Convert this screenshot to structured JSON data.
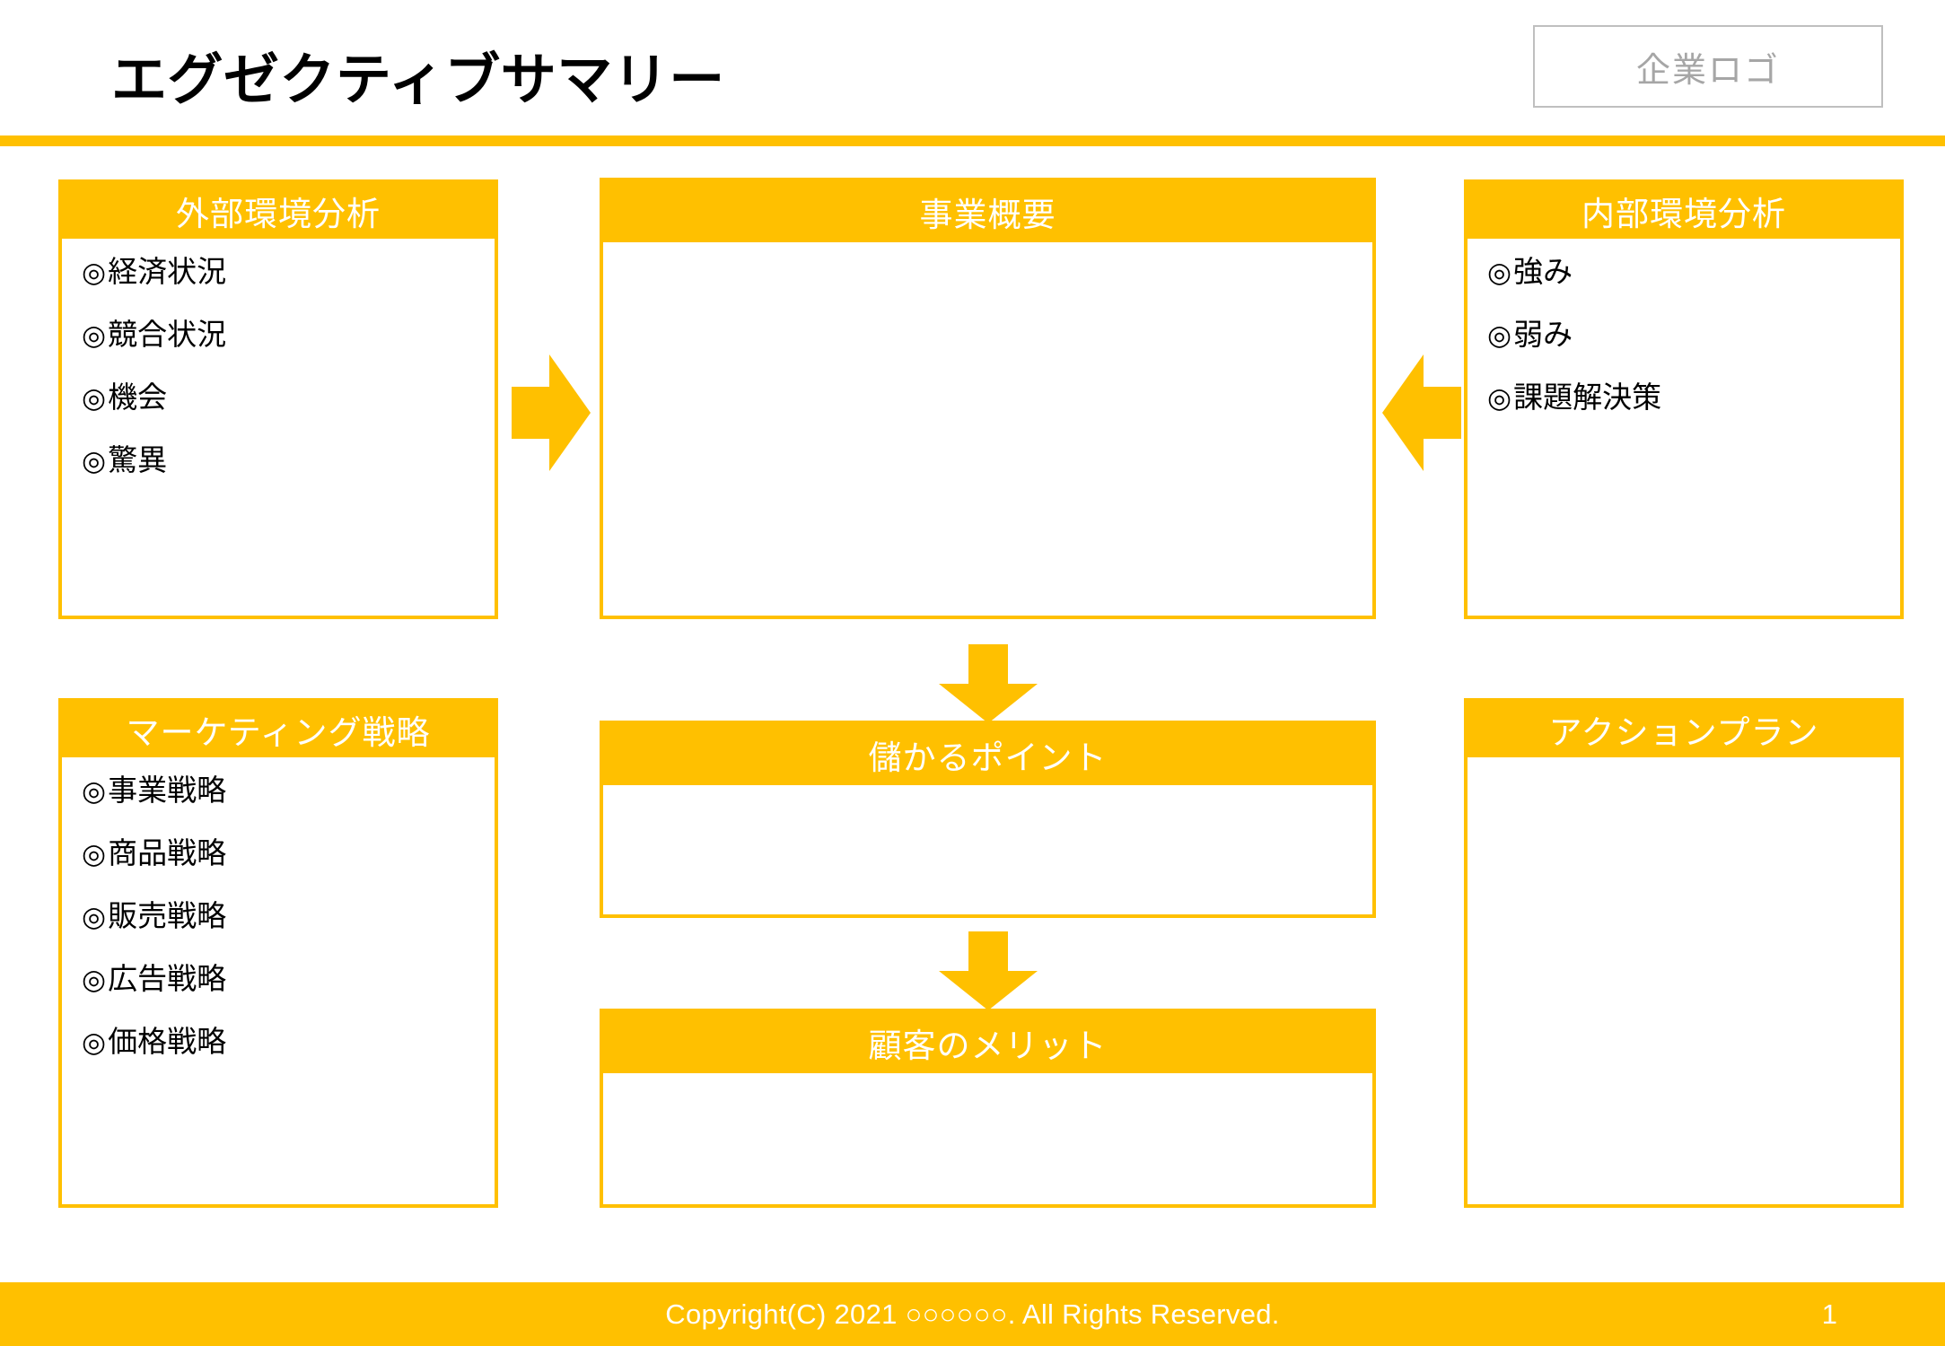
{
  "header": {
    "title": "エグゼクティブサマリー",
    "logo_placeholder": "企業ロゴ"
  },
  "theme": {
    "accent": "#FFC000",
    "header_text": "#FFFFFF",
    "body_text": "#000000",
    "logo_border": "#BFBFBF",
    "logo_text": "#A6A6A6",
    "background": "#FFFFFF"
  },
  "panels": {
    "external": {
      "title": "外部環境分析",
      "bullet_mark": "◎",
      "items": [
        "経済状況",
        "競合状況",
        "機会",
        "驚異"
      ]
    },
    "business": {
      "title": "事業概要",
      "items": []
    },
    "internal": {
      "title": "内部環境分析",
      "bullet_mark": "◎",
      "items": [
        "強み",
        "弱み",
        "課題解決策"
      ]
    },
    "marketing": {
      "title": "マーケティング戦略",
      "bullet_mark": "◎",
      "items": [
        "事業戦略",
        "商品戦略",
        "販売戦略",
        "広告戦略",
        "価格戦略"
      ]
    },
    "profit": {
      "title": "儲かるポイント",
      "items": []
    },
    "benefit": {
      "title": "顧客のメリット",
      "items": []
    },
    "action": {
      "title": "アクションプラン",
      "items": []
    }
  },
  "arrows": [
    {
      "name": "arrow-right-icon",
      "direction": "right",
      "from": "external",
      "to": "business"
    },
    {
      "name": "arrow-left-icon",
      "direction": "left",
      "from": "internal",
      "to": "business"
    },
    {
      "name": "arrow-down-icon",
      "direction": "down",
      "from": "business",
      "to": "profit"
    },
    {
      "name": "arrow-down-icon",
      "direction": "down",
      "from": "profit",
      "to": "benefit"
    }
  ],
  "footer": {
    "copyright": "Copyright(C) 2021 ○○○○○○. All Rights Reserved.",
    "page_number": "1"
  }
}
